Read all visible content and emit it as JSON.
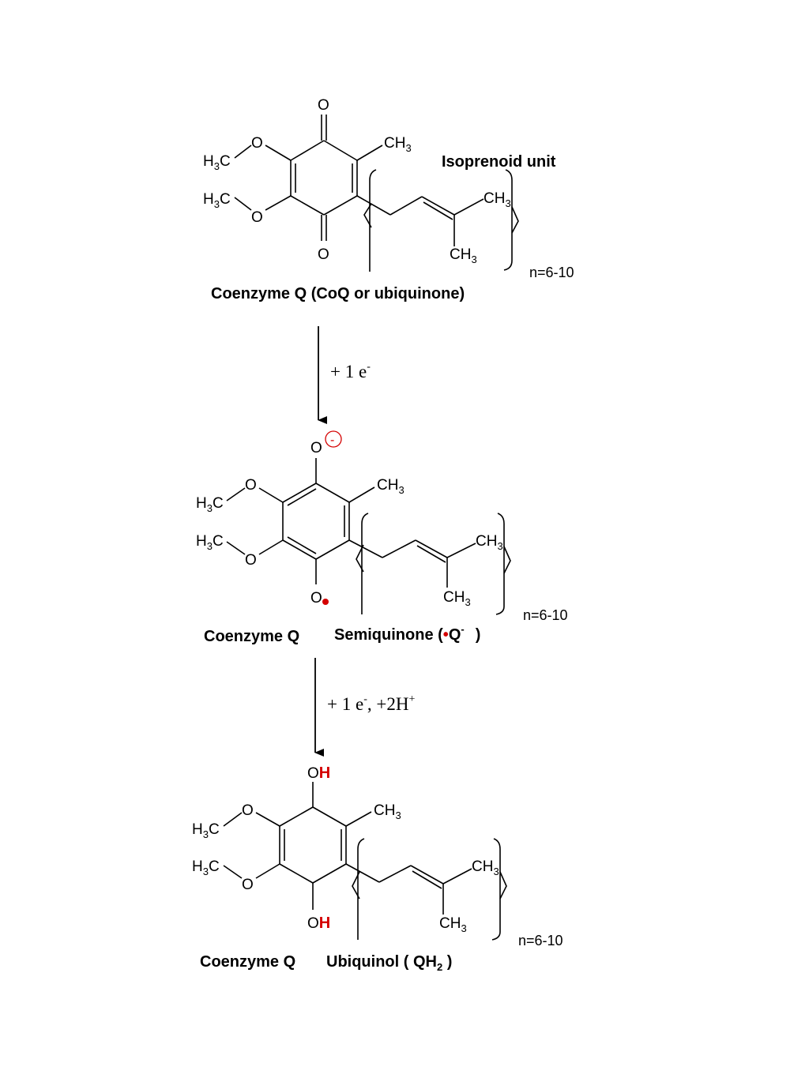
{
  "colors": {
    "ink": "#000000",
    "accent": "#d40000"
  },
  "atoms": {
    "O": "O",
    "OH_O": "O",
    "H": "H",
    "methyl_c": "C",
    "methyl_h": "H",
    "ch3_c": "CH",
    "sub_3": "3",
    "sub_2": "2"
  },
  "ubiquinone": {
    "isoprenoid_label": "Isoprenoid unit",
    "repeat": "n=6-10",
    "caption": "Coenzyme Q (CoQ or ubiquinone)"
  },
  "step1": {
    "label": "+ 1 e",
    "sup": "-"
  },
  "semiquinone": {
    "charge": "-",
    "repeat": "n=6-10",
    "caption_left": "Coenzyme Q",
    "caption_right_open": "Semiquinone (",
    "caption_radical": "•",
    "caption_q": "Q",
    "caption_q_sup": "-",
    "caption_close": ")"
  },
  "step2": {
    "label": "+ 1 e",
    "sup": "-",
    "rest": ",  +2H",
    "sup2": "+"
  },
  "ubiquinol": {
    "repeat": "n=6-10",
    "caption_left": "Coenzyme Q",
    "caption_right_open": "Ubiquinol ( QH",
    "caption_sub": "2",
    "caption_close": " )"
  }
}
